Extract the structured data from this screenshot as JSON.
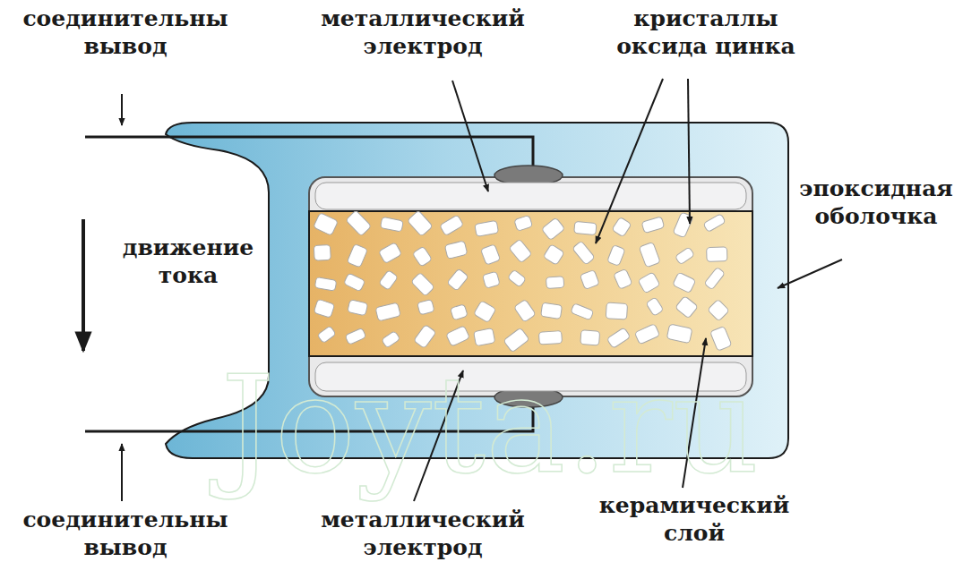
{
  "diagram": {
    "labels": [
      "соединительны вывод",
      "металлический электрод",
      "кристаллы оксида цинка",
      "эпоксидная оболочка",
      "движение тока",
      "соединительны вывод",
      "металлический электрод",
      "керамический слой",
      "Joyta.ru"
    ]
  }
}
